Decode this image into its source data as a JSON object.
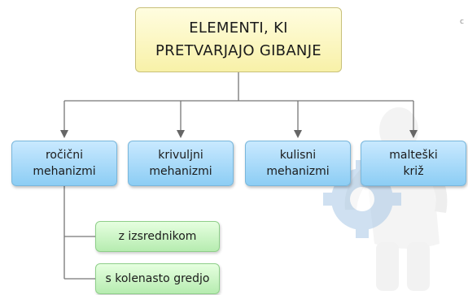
{
  "diagram": {
    "root": "ELEMENTI, KI\nPRETVARJAJO GIBANJE",
    "branches": [
      "ročični\nmehanizmi",
      "krivuljni\nmehanizmi",
      "kulisni\nmehanizmi",
      "malteški\nkriž"
    ],
    "sub_branches": [
      "z izsrednikom",
      "s kolenasto gredjo"
    ],
    "corner_mark": "c"
  },
  "colors": {
    "root_fill": "#f8f1a8",
    "branch_fill": "#8ccdf4",
    "sub_fill": "#b6ecb0",
    "connector": "#666666",
    "watermark_figure": "#e9e9e9",
    "watermark_gear": "#a9c8e6"
  }
}
